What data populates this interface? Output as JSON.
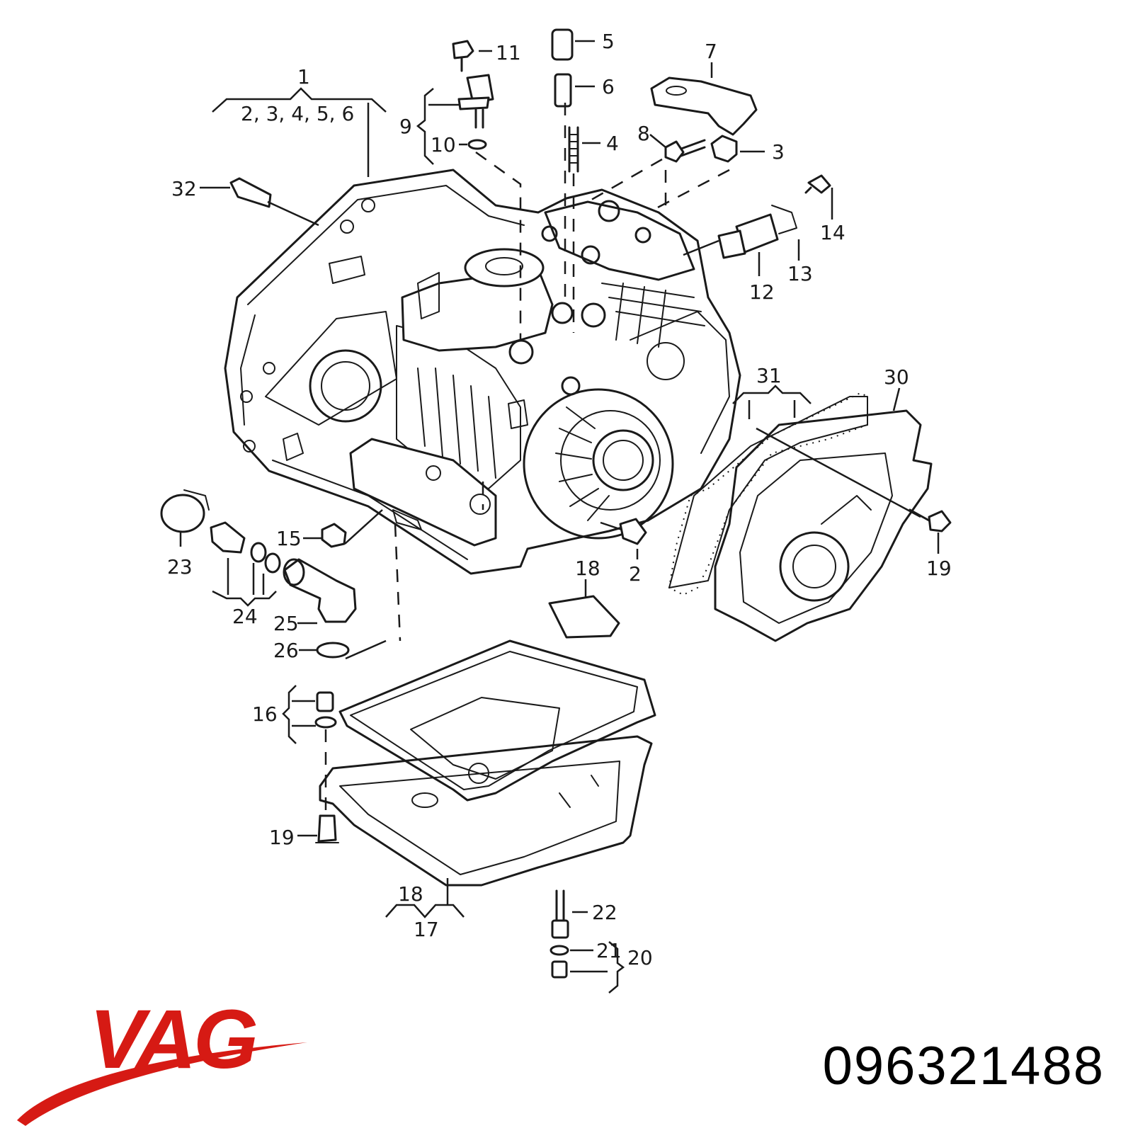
{
  "brand": {
    "logo_text": "VAG",
    "logo_color": "#d61a14"
  },
  "part_number": "096321488",
  "callouts": {
    "c1": "1",
    "c1_sub": "2, 3, 4, 5, 6",
    "c2": "2",
    "c3": "3",
    "c4": "4",
    "c5": "5",
    "c6": "6",
    "c7": "7",
    "c8": "8",
    "c9": "9",
    "c10": "10",
    "c11": "11",
    "c12": "12",
    "c13": "13",
    "c14": "14",
    "c15": "15",
    "c16": "16",
    "c17": "17",
    "c18_cover": "18",
    "c18_pan": "18",
    "c19_right": "19",
    "c19_bottom": "19",
    "c20": "20",
    "c21": "21",
    "c22": "22",
    "c23": "23",
    "c24": "24",
    "c25": "25",
    "c26": "26",
    "c30": "30",
    "c31": "31",
    "c32": "32"
  }
}
